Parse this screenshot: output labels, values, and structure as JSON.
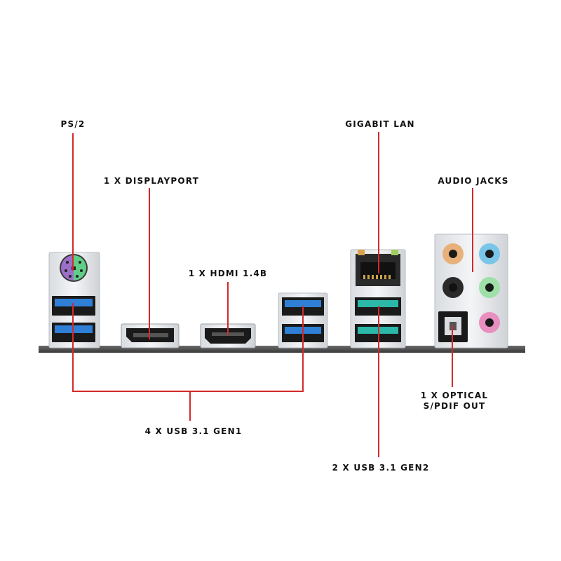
{
  "labels": {
    "ps2": "PS/2",
    "displayport": "1 X DISPLAYPORT",
    "hdmi": "1 X HDMI 1.4B",
    "gigabit_lan": "GIGABIT LAN",
    "audio_jacks": "AUDIO JACKS",
    "usb_gen1": "4 X USB 3.1 GEN1",
    "usb_gen2": "2 X USB 3.1 GEN2",
    "optical_line1": "1 X OPTICAL",
    "optical_line2": "S/PDIF OUT"
  },
  "colors": {
    "callout_line": "#d42a2a",
    "usb_gen1_blue": "#2f7fd6",
    "usb_gen2_teal": "#2bb8a8",
    "ps2_purple": "#9b6fc7",
    "ps2_green": "#5fcf87",
    "audio_orange": "#e8b07a",
    "audio_blue": "#79c6e8",
    "audio_black": "#2a2a2a",
    "audio_green": "#9fe0a8",
    "audio_pink": "#e88fc0",
    "io_panel": "#4a4a4a",
    "port_shell": "#e9ebee"
  }
}
